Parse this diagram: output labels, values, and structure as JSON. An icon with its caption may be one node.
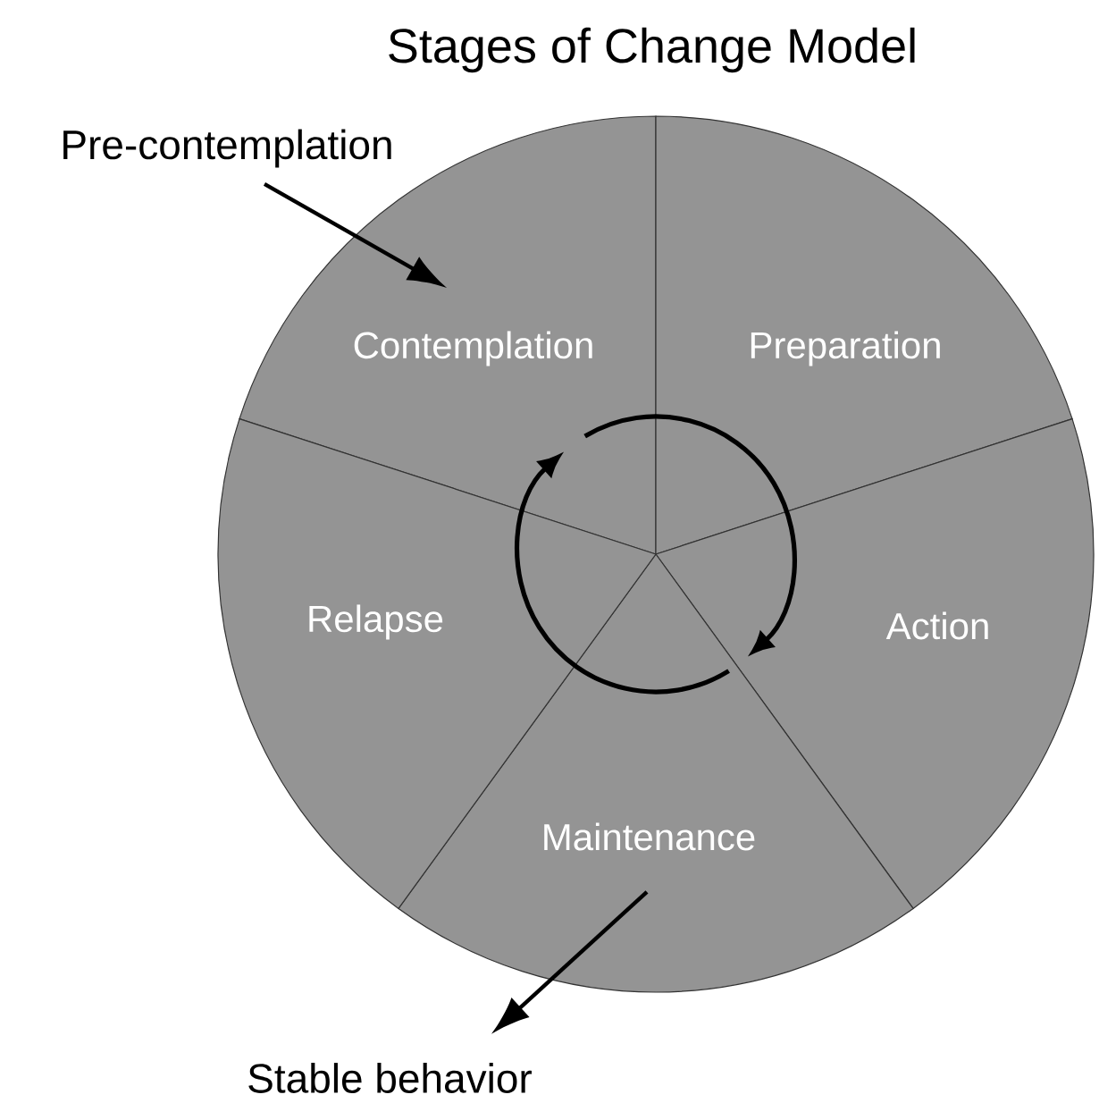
{
  "diagram": {
    "title": "Stages of Change Model",
    "nodes": [
      {
        "text": [
          "Pre-contemplation"
        ]
      },
      {
        "text": [
          "Contemplation"
        ]
      },
      {
        "text": [
          "Preparation"
        ]
      },
      {
        "text": [
          "Action"
        ]
      },
      {
        "text": [
          "Maintenance"
        ]
      },
      {
        "text": [
          "Relapse"
        ]
      },
      {
        "text": [
          "Stable behavior"
        ]
      }
    ],
    "edges": [
      {
        "from": 0,
        "to": 1,
        "arrow": "to"
      },
      {
        "from": 4,
        "to": 6,
        "arrow": "to"
      }
    ]
  }
}
